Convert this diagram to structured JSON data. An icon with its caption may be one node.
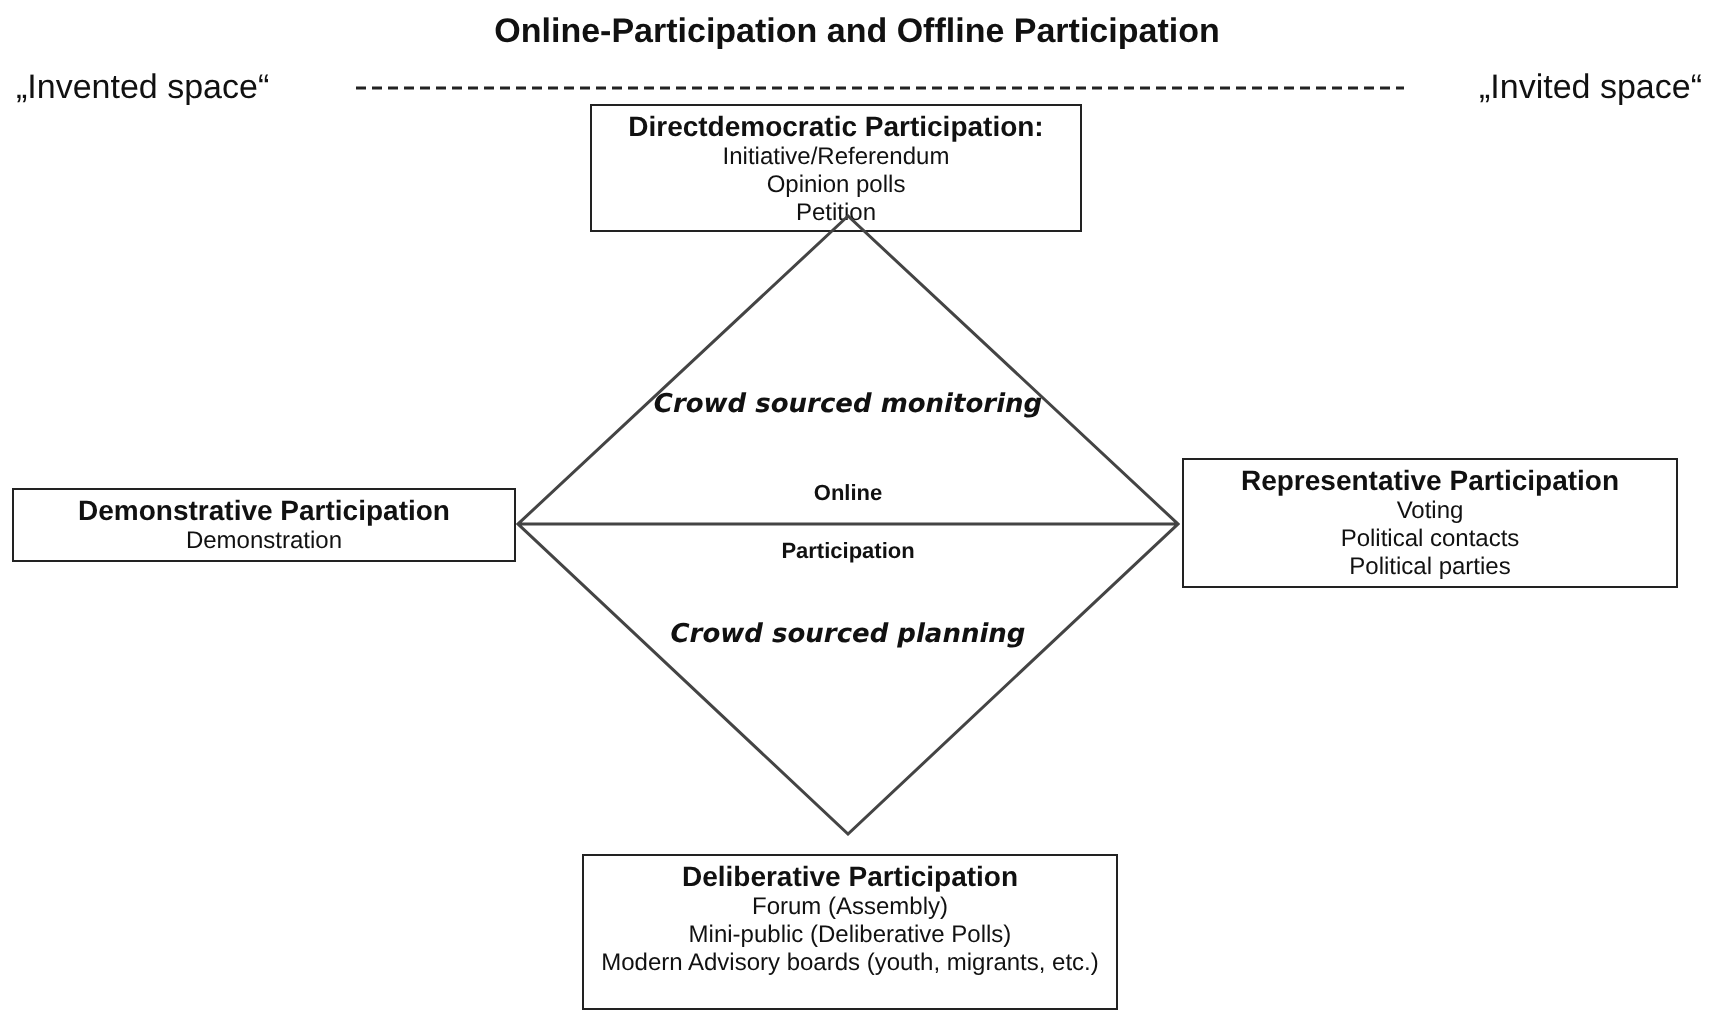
{
  "diagram": {
    "title": "Online-Participation and Offline Participation",
    "nodes": [
      {
        "text": [
          "Directdemocratic Participation:",
          "Initiative/Referendum",
          "Opinion polls",
          "Petition"
        ]
      },
      {
        "text": [
          "Demonstrative Participation",
          "Demonstration"
        ]
      },
      {
        "text": [
          "Representative Participation",
          "Voting",
          "Political contacts",
          "Political parties"
        ]
      },
      {
        "text": [
          "Crowd sourced monitoring",
          "Online"
        ]
      },
      {
        "text": [
          "Participation",
          "Crowd sourced planning"
        ]
      },
      {
        "text": [
          "Deliberative Participation",
          "Forum (Assembly)",
          "Mini-public (Deliberative Polls)",
          "Modern Advisory boards (youth, migrants, etc.)"
        ]
      }
    ],
    "edges": [],
    "labels": [
      "„Invented space“",
      "„Invited space“"
    ]
  }
}
